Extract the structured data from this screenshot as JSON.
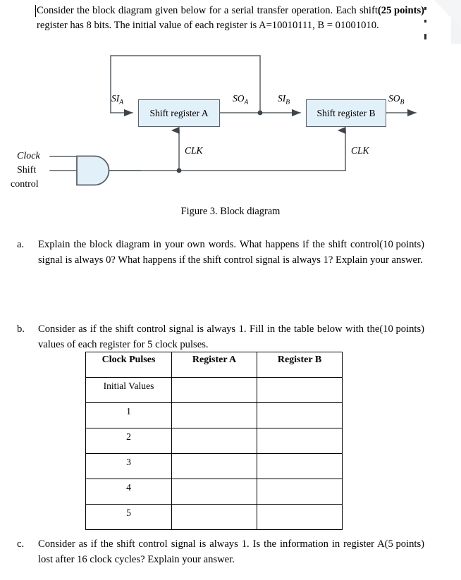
{
  "intro": {
    "text": "Consider the block diagram given below for a serial transfer operation. Each shift register has 8 bits. The initial value of each register is A=10010111, B = 01001010.",
    "points": "(25 points)"
  },
  "diagram": {
    "register_a_label": "Shift register A",
    "register_b_label": "Shift register B",
    "signals": {
      "si_a": "SI",
      "si_a_sub": "A",
      "so_a": "SO",
      "so_a_sub": "A",
      "si_b": "SI",
      "si_b_sub": "B",
      "so_b": "SO",
      "so_b_sub": "B",
      "clk_a": "CLK",
      "clk_b": "CLK"
    },
    "gate_inputs": {
      "clock": "Clock",
      "shift_line1": "Shift",
      "shift_line2": "control"
    },
    "colors": {
      "box_fill": "#e2f0f9",
      "box_border": "#5a6068",
      "wire": "#555b61"
    }
  },
  "figure_caption": "Figure 3. Block diagram",
  "questions": [
    {
      "marker": "a.",
      "text": "Explain the block diagram in your own words. What happens if the shift control signal is always 0? What happens if the shift control signal is always 1? Explain your answer.",
      "points": "(10 points)"
    },
    {
      "marker": "b.",
      "text": "Consider as if the shift control signal is always 1. Fill in the table below with the values of each register for 5 clock pulses.",
      "points": "(10 points)"
    },
    {
      "marker": "c.",
      "text": "Consider as if the shift control signal is always 1. Is the information in register A lost after 16 clock cycles? Explain your answer.",
      "points": "(5 points)"
    }
  ],
  "table": {
    "headers": [
      "Clock Pulses",
      "Register A",
      "Register B"
    ],
    "rows": [
      {
        "pulse": "Initial Values",
        "register_a": "",
        "register_b": ""
      },
      {
        "pulse": "1",
        "register_a": "",
        "register_b": ""
      },
      {
        "pulse": "2",
        "register_a": "",
        "register_b": ""
      },
      {
        "pulse": "3",
        "register_a": "",
        "register_b": ""
      },
      {
        "pulse": "4",
        "register_a": "",
        "register_b": ""
      },
      {
        "pulse": "5",
        "register_a": "",
        "register_b": ""
      }
    ]
  }
}
